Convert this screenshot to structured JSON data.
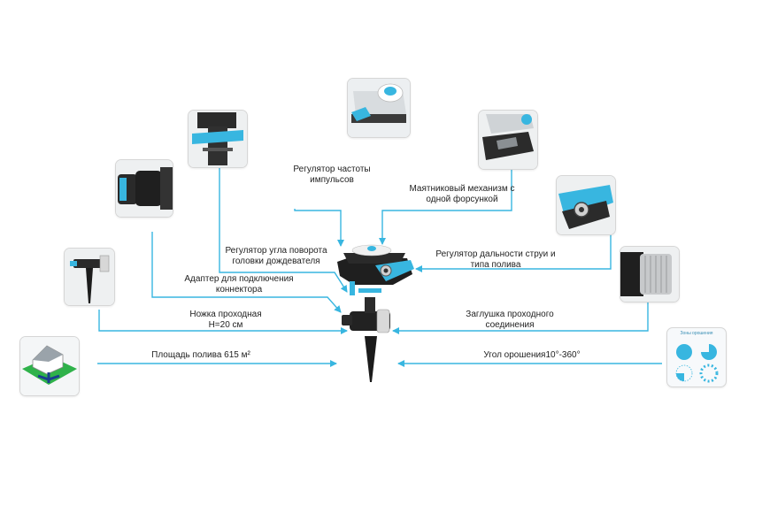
{
  "colors": {
    "accent": "#38b6e0",
    "dark": "#222222",
    "grass": "#2fb24a"
  },
  "labels": {
    "frequency": "Регулятор  частоты\nимпульсов",
    "pendulum": "Маятниковый механизм с\nодной форсункой",
    "rotation_angle": "Регулятор угла поворота\nголовки дождевателя",
    "jet_range": "Регулятор дальности струи и\nтипа полива",
    "adapter": "Адаптер для подключения\nконнектора",
    "spike": "Ножка проходная\nН=20 см",
    "plug": "Заглушка проходного\nсоединения",
    "area": "Площадь полива 615 м²",
    "angle": "Угол орошения10°-360°"
  },
  "thumbs": {
    "frequency": {
      "icon": "pulse-regulator-closeup"
    },
    "pendulum": {
      "icon": "pendulum-mechanism-closeup"
    },
    "rotation_angle": {
      "icon": "rotation-clip-closeup"
    },
    "jet_range": {
      "icon": "nozzle-closeup"
    },
    "adapter": {
      "icon": "hose-connector-closeup"
    },
    "spike": {
      "icon": "spike-stand-closeup"
    },
    "plug": {
      "icon": "plug-closeup"
    },
    "area": {
      "icon": "house-lawn-illustration"
    },
    "angle": {
      "icon": "spray-zones-illustration",
      "title": "Зоны орошения"
    }
  },
  "product": {
    "icon": "impulse-sprinkler-image"
  }
}
